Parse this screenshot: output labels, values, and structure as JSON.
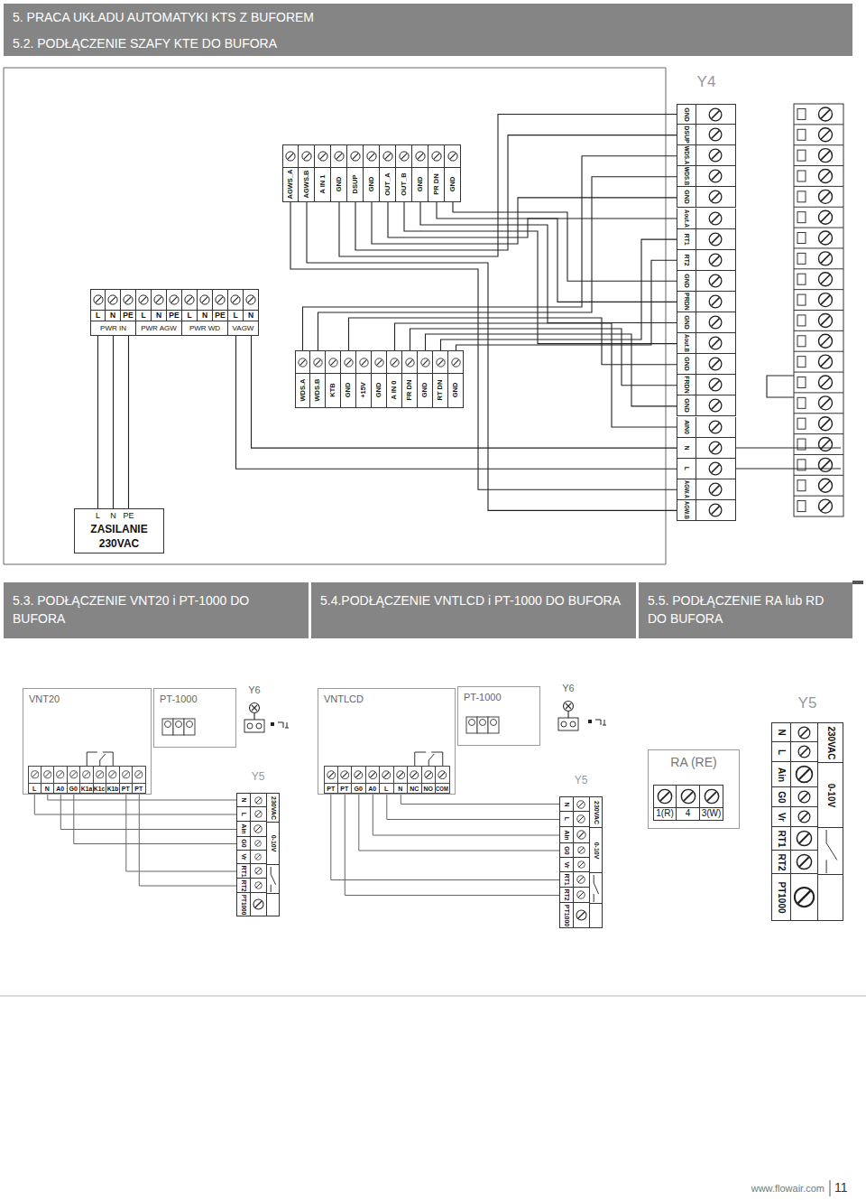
{
  "diagram": {
    "nodes": [
      {
        "text": [
          "5. PRACA UKŁADU AUTOMATYKI KTS Z BUFOREM",
          "5.2. PODŁĄCZENIE SZAFY KTE DO BUFORA"
        ]
      },
      {
        "text": [
          "Y4",
          "GND",
          "DSUP",
          "WDS.A",
          "WDS.B",
          "GND",
          "Aout.A",
          "RT1",
          "RT2",
          "GND",
          "PRDN",
          "GND",
          "Aout.B",
          "GND",
          "FRDN",
          "GND",
          "AIN0",
          "N",
          "L",
          "AGW.A",
          "AGW.B"
        ]
      },
      {
        "text": [
          "AGWS_A",
          "AGWS.B",
          "A IN 1",
          "GND",
          "DSUP",
          "GND",
          "OUT_A",
          "OUT_B",
          "GND",
          "PR DN",
          "GND"
        ]
      },
      {
        "text": [
          "L",
          "N",
          "PE",
          "L",
          "N",
          "PE",
          "L",
          "N",
          "PE",
          "L",
          "N",
          "PWR IN",
          "PWR AGW",
          "PWR WD",
          "VAGW"
        ]
      },
      {
        "text": [
          "WDS.A",
          "WDS.B",
          "KTB",
          "GND",
          "+15V",
          "GND",
          "A IN 0",
          "FR DN",
          "GND",
          "RT DN",
          "GND"
        ]
      },
      {
        "text": [
          "L",
          "N",
          "PE",
          "ZASILANIE",
          "230VAC"
        ]
      },
      {
        "text": [
          "5.3. PODŁĄCZENIE VNT20 i PT-1000 DO BUFORA"
        ]
      },
      {
        "text": [
          "5.4.PODŁĄCZENIE VNTLCD i PT-1000 DO BUFORA"
        ]
      },
      {
        "text": [
          "5.5. PODŁĄCZENIE RA lub RD DO BUFORA"
        ]
      },
      {
        "text": [
          "VNT20",
          "L",
          "N",
          "A0",
          "G0",
          "K1a",
          "K1c",
          "K1b",
          "PT",
          "PT"
        ]
      },
      {
        "text": [
          "PT-1000"
        ]
      },
      {
        "text": [
          "Y6"
        ]
      },
      {
        "text": [
          "Y5",
          "N",
          "L",
          "Ain",
          "G0",
          "Vr",
          "RT1",
          "RT2",
          "PT1000",
          "230VAC",
          "0-10V"
        ]
      },
      {
        "text": [
          "VNTLCD",
          "PT",
          "PT",
          "G0",
          "A0",
          "L",
          "N",
          "NC",
          "NO",
          "COM"
        ]
      },
      {
        "text": [
          "PT-1000"
        ]
      },
      {
        "text": [
          "Y6"
        ]
      },
      {
        "text": [
          "Y5",
          "N",
          "L",
          "Ain",
          "G0",
          "Vr",
          "RT1",
          "RT2",
          "PT1000",
          "230VAC",
          "0-10V"
        ]
      },
      {
        "text": [
          "RA (RE)",
          "1(R)",
          "4",
          "3(W)"
        ]
      },
      {
        "text": [
          "Y5",
          "N",
          "L",
          "Ain",
          "G0",
          "Vr",
          "RT1",
          "RT2",
          "PT1000",
          "230VAC",
          "0-10V"
        ]
      }
    ],
    "edges": [
      {
        "from": 2,
        "to": 1,
        "arrow": "none"
      },
      {
        "from": 2,
        "to": 1,
        "arrow": "none"
      },
      {
        "from": 2,
        "to": 1,
        "arrow": "none"
      },
      {
        "from": 2,
        "to": 1,
        "arrow": "none"
      },
      {
        "from": 2,
        "to": 1,
        "arrow": "none"
      },
      {
        "from": 2,
        "to": 1,
        "arrow": "none"
      },
      {
        "from": 2,
        "to": 1,
        "arrow": "none"
      },
      {
        "from": 2,
        "to": 1,
        "arrow": "none"
      },
      {
        "from": 2,
        "to": 1,
        "arrow": "none"
      },
      {
        "from": 2,
        "to": 1,
        "arrow": "none"
      },
      {
        "from": 4,
        "to": 1,
        "arrow": "none"
      },
      {
        "from": 4,
        "to": 1,
        "arrow": "none"
      },
      {
        "from": 4,
        "to": 1,
        "arrow": "none"
      },
      {
        "from": 4,
        "to": 1,
        "arrow": "none"
      },
      {
        "from": 4,
        "to": 1,
        "arrow": "none"
      },
      {
        "from": 4,
        "to": 1,
        "arrow": "none"
      },
      {
        "from": 4,
        "to": 1,
        "arrow": "none"
      },
      {
        "from": 4,
        "to": 1,
        "arrow": "none"
      },
      {
        "from": 3,
        "to": 1,
        "arrow": "none"
      },
      {
        "from": 3,
        "to": 1,
        "arrow": "none"
      },
      {
        "from": 3,
        "to": 5,
        "arrow": "none"
      },
      {
        "from": 3,
        "to": 5,
        "arrow": "none"
      },
      {
        "from": 3,
        "to": 5,
        "arrow": "none"
      },
      {
        "from": 9,
        "to": 12,
        "arrow": "none"
      },
      {
        "from": 9,
        "to": 12,
        "arrow": "none"
      },
      {
        "from": 9,
        "to": 12,
        "arrow": "none"
      },
      {
        "from": 9,
        "to": 12,
        "arrow": "none"
      },
      {
        "from": 9,
        "to": 12,
        "arrow": "none"
      },
      {
        "from": 9,
        "to": 12,
        "arrow": "none"
      },
      {
        "from": 13,
        "to": 16,
        "arrow": "none"
      },
      {
        "from": 13,
        "to": 16,
        "arrow": "none"
      },
      {
        "from": 13,
        "to": 16,
        "arrow": "none"
      },
      {
        "from": 13,
        "to": 16,
        "arrow": "none"
      },
      {
        "from": 13,
        "to": 16,
        "arrow": "none"
      },
      {
        "from": 13,
        "to": 16,
        "arrow": "none"
      }
    ],
    "labels": [
      "www.flowair.com",
      "11"
    ]
  }
}
